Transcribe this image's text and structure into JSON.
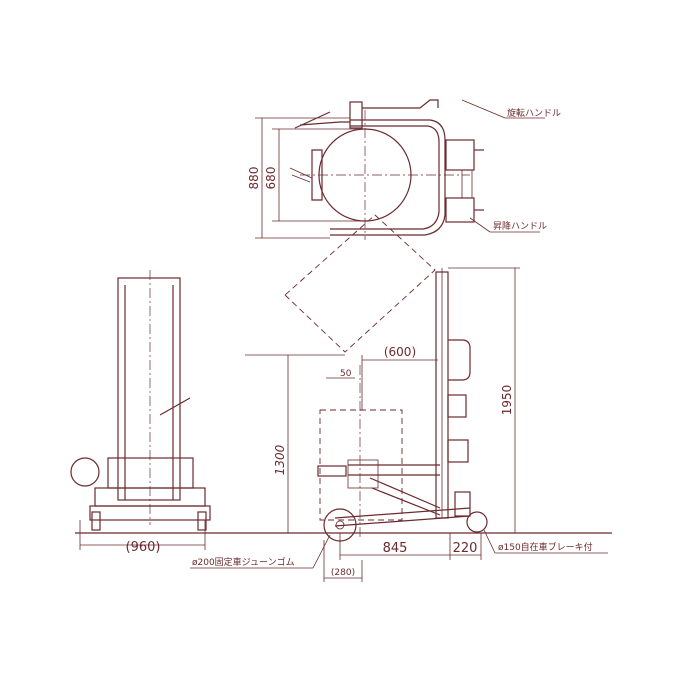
{
  "drawing": {
    "labels": {
      "rotate_handle": "旋転ハンドル",
      "lift_handle": "昇降ハンドル",
      "fixed_wheel": "ø200固定車ジューンゴム",
      "caster_wheel": "ø150自在車ブレーキ付"
    },
    "dimensions": {
      "top_width": "880",
      "drum_diameter": "680",
      "front_width": "(960)",
      "reach": "(600)",
      "offset": "50",
      "drum_height": "1300",
      "total_height": "1950",
      "base_length": "845",
      "rear_length": "220",
      "front_overhang": "(280)"
    },
    "colors": {
      "line": "#6b2a2e"
    }
  }
}
